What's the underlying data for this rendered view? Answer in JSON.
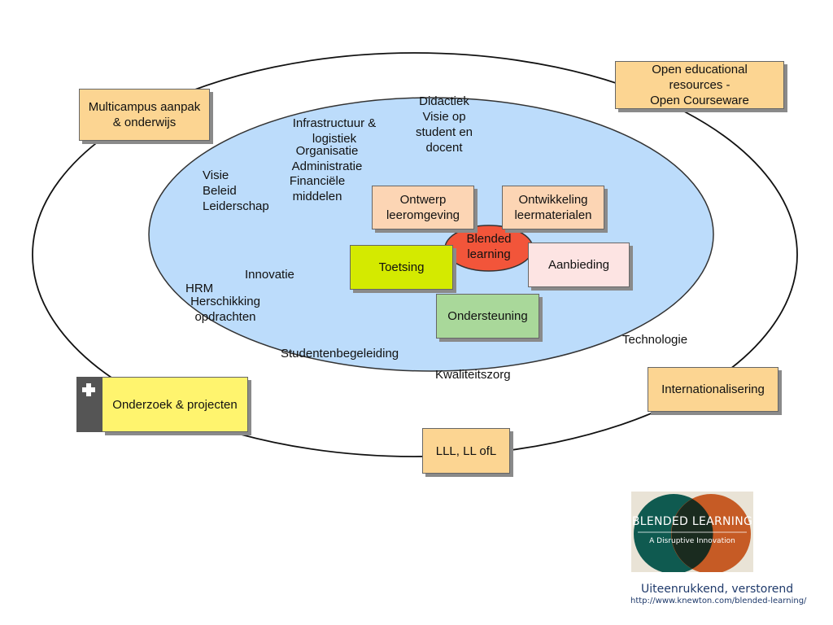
{
  "outer_boxes": {
    "multicampus": "Multicampus aanpak\n& onderwijs",
    "oer": "Open educational\nresources -\nOpen Courseware",
    "onderzoek": "Onderzoek & projecten",
    "internationalisering": "Internationalisering",
    "lll": "LLL, LL ofL"
  },
  "inner_boxes": {
    "ontwerp": "Ontwerp\nleeromgeving",
    "ontwikkeling": "Ontwikkeling\nleermaterialen",
    "toetsing": "Toetsing",
    "aanbieding": "Aanbieding",
    "ondersteuning": "Ondersteuning"
  },
  "center": {
    "label": "Blended\nlearning"
  },
  "labels": {
    "didactiek": "Didactiek\nVisie op\nstudent en\ndocent",
    "infrastructuur": "Infrastructuur &\nlogistiek",
    "organisatie": "Organisatie\nAdministratie",
    "financiele": "Financiële\nmiddelen",
    "visie": "Visie\nBeleid\nLeiderschap",
    "innovatie": "Innovatie",
    "hrm": "HRM",
    "herschikking": "Herschikking\nopdrachten",
    "studentenbegeleiding": "Studentenbegeleiding",
    "kwaliteitszorg": "Kwaliteitszorg",
    "technologie": "Technologie"
  },
  "logo": {
    "title": "BLENDED LEARNING",
    "subtitle": "A Disruptive Innovation"
  },
  "caption": "Uiteenrukkend, verstorend",
  "source_url": "http://www.knewton.com/blended-learning/",
  "colors": {
    "inner_ellipse": "#bcdcfb",
    "center_ellipse": "#f2553a",
    "outer_box": "#fcd592",
    "toetsing": "#d4ea00",
    "aanbieding": "#fde4e3",
    "ondersteuning": "#a9d89a",
    "onderzoek": "#fff46e",
    "logo_left_circle": "#0f5a50",
    "logo_right_circle": "#c4531b"
  }
}
